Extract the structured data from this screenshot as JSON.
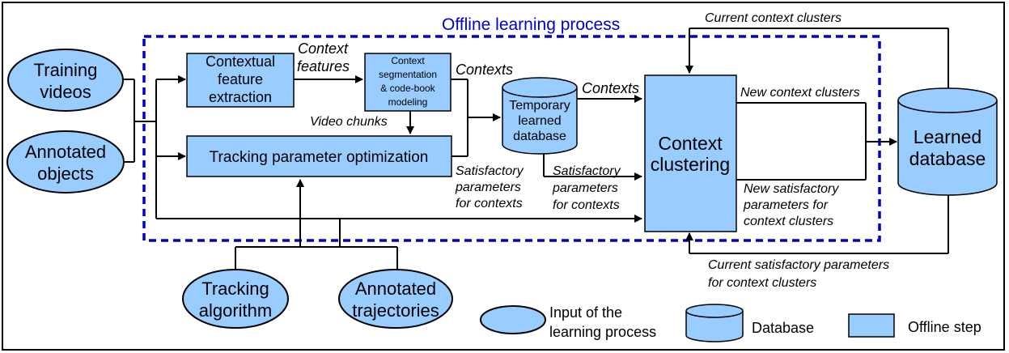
{
  "title": "Offline learning process",
  "inputs": {
    "training_videos": [
      "Training",
      "videos"
    ],
    "annotated_objects": [
      "Annotated",
      "objects"
    ],
    "tracking_algorithm": [
      "Tracking",
      "algorithm"
    ],
    "annotated_trajectories": [
      "Annotated",
      "trajectories"
    ]
  },
  "steps": {
    "contextual_feature_extraction": [
      "Contextual",
      "feature",
      "extraction"
    ],
    "context_segmentation": [
      "Context",
      "segmentation",
      "& code-book",
      "modeling"
    ],
    "tracking_parameter_optimization": [
      "Tracking parameter optimization"
    ],
    "context_clustering": [
      "Context",
      "clustering"
    ]
  },
  "databases": {
    "temporary": [
      "Temporary",
      "learned",
      "database"
    ],
    "learned": [
      "Learned",
      "database"
    ]
  },
  "edge_labels": {
    "context_features": [
      "Context",
      "features"
    ],
    "video_chunks": "Video chunks",
    "contexts_1": "Contexts",
    "contexts_2": "Contexts",
    "satisfactory_1": [
      "Satisfactory",
      "parameters",
      "for contexts"
    ],
    "satisfactory_2": [
      "Satisfactory",
      "parameters",
      "for contexts"
    ],
    "new_context_clusters": "New context clusters",
    "new_satisfactory": [
      "New satisfactory",
      "parameters for",
      "context clusters"
    ],
    "current_context_clusters": "Current context clusters",
    "current_satisfactory": [
      "Current satisfactory parameters",
      "for context clusters"
    ]
  },
  "legend": {
    "input": [
      "Input of the",
      "learning process"
    ],
    "database": "Database",
    "offline_step": "Offline step"
  },
  "colors": {
    "fill": "#99ccff",
    "dashed_border": "#0000cc",
    "title": "#0000cc"
  }
}
